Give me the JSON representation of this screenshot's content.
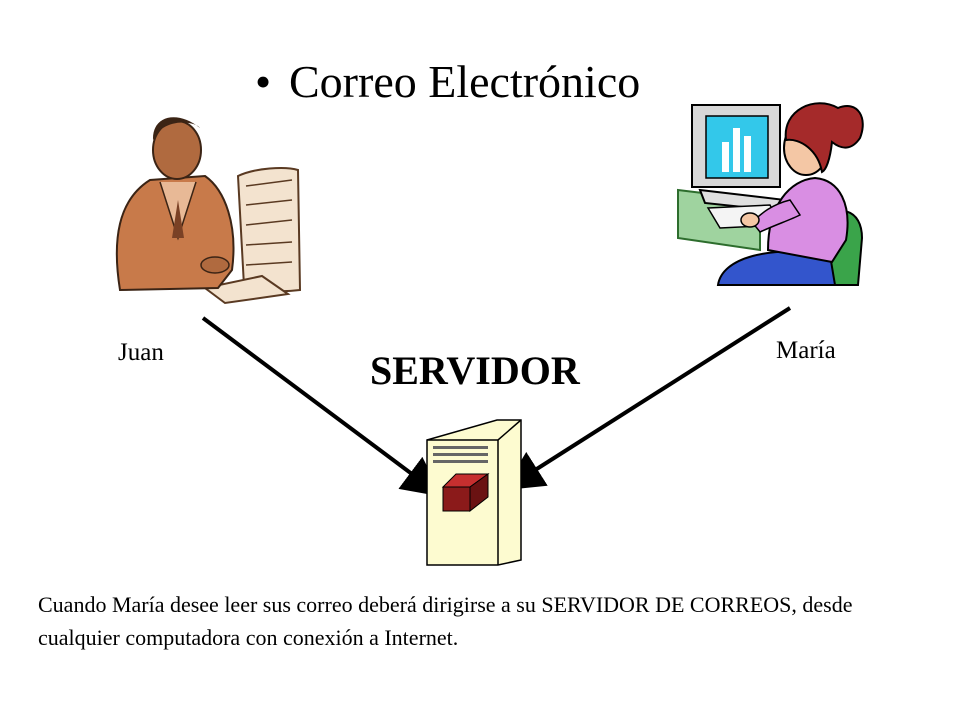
{
  "title": "Correo Electrónico",
  "bullet": "•",
  "nodes": {
    "left_user": "Juan",
    "right_user": "María",
    "server": "SERVIDOR"
  },
  "caption": "Cuando María desee leer sus correo deberá dirigirse a su  SERVIDOR DE CORREOS, desde cualquier computadora con conexión a Internet.",
  "colors": {
    "server_box": "#fdfbd0",
    "server_cube": "#8b1a1a",
    "maria_shirt": "#d98ee3",
    "maria_hair": "#a52a2a",
    "chair": "#3aa44a",
    "skirt": "#3355cc",
    "juan_suit": "#c87a4a"
  }
}
